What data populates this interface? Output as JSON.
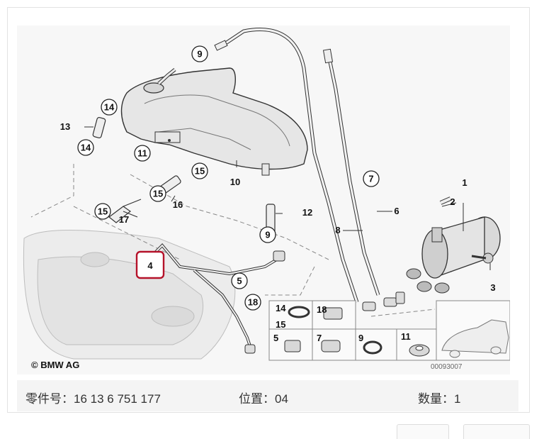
{
  "diagram": {
    "copyright": "© BMW AG",
    "image_code": "00093007",
    "highlighted_callout": "4",
    "circled_callouts": [
      "9",
      "14",
      "14",
      "11",
      "15",
      "15",
      "15",
      "7",
      "4",
      "5",
      "18",
      "9"
    ],
    "plain_labels": [
      "13",
      "10",
      "16",
      "17",
      "12",
      "8",
      "6",
      "1",
      "2",
      "3"
    ],
    "legend_labels": [
      "14",
      "15",
      "18",
      "5",
      "7",
      "9",
      "11"
    ]
  },
  "footer": {
    "part_number": "零件号：16 13 6 751 177",
    "position": "位置：04",
    "quantity": "数量：1"
  }
}
